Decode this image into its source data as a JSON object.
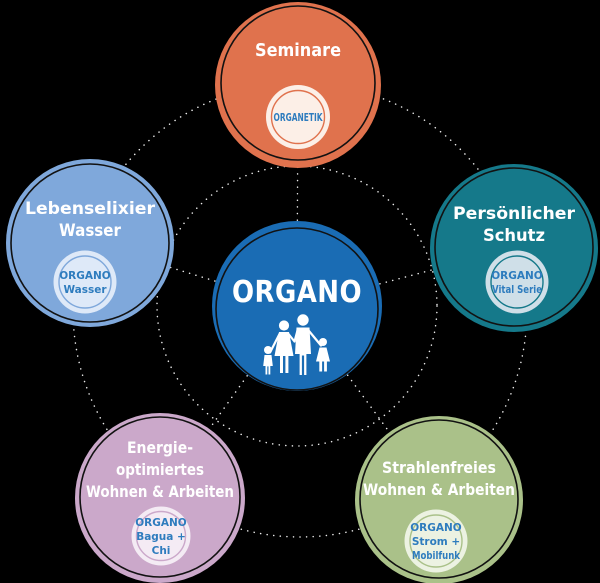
{
  "diagram": {
    "background": "#000000",
    "dot_color": "#ffffff",
    "ring_color": "#121212",
    "badge_text_color": "#2E7CBE",
    "center": {
      "label": "ORGANO",
      "color": "#1A6CB4",
      "icon": "family-icon"
    },
    "satellites": [
      {
        "id": "seminare",
        "title_lines": [
          "Seminare"
        ],
        "badge_lines": [
          "ORGANETIK"
        ],
        "color": "#E0724D",
        "badge_bg": "#FCEFE7"
      },
      {
        "id": "lebenselixier-wasser",
        "title_lines": [
          "Lebenselixier",
          "Wasser"
        ],
        "badge_lines": [
          "ORGANO",
          "Wasser"
        ],
        "color": "#7FA8DB",
        "badge_bg": "#DEE9F8"
      },
      {
        "id": "persoenlicher-schutz",
        "title_lines": [
          "Persönlicher",
          "Schutz"
        ],
        "badge_lines": [
          "ORGANO",
          "Vital Serie"
        ],
        "color": "#15798A",
        "badge_bg": "#CFDFE8"
      },
      {
        "id": "energieoptimiertes-wohnen-arbeiten",
        "title_lines": [
          "Energie-",
          "optimiertes",
          "Wohnen & Arbeiten"
        ],
        "badge_lines": [
          "ORGANO",
          "Bagua +",
          "Chi"
        ],
        "color": "#CBA8CA",
        "badge_bg": "#F4EBF4"
      },
      {
        "id": "strahlenfreies-wohnen-arbeiten",
        "title_lines": [
          "Strahlenfreies",
          "Wohnen & Arbeiten"
        ],
        "badge_lines": [
          "ORGANO",
          "Strom +",
          "Mobilfunk"
        ],
        "color": "#AAC189",
        "badge_bg": "#ECF2E2"
      }
    ]
  }
}
